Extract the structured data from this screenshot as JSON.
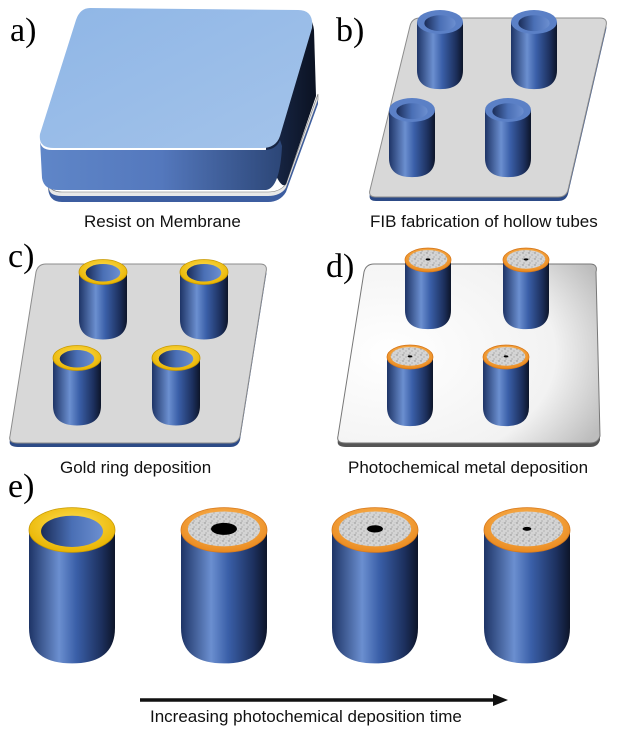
{
  "figure": {
    "panels": [
      {
        "id": "a",
        "label": "a)",
        "caption": "Resist on Membrane"
      },
      {
        "id": "b",
        "label": "b)",
        "caption": "FIB fabrication of hollow tubes"
      },
      {
        "id": "c",
        "label": "c)",
        "caption": "Gold ring deposition"
      },
      {
        "id": "d",
        "label": "d)",
        "caption": "Photochemical metal deposition"
      },
      {
        "id": "e",
        "label": "e)",
        "caption": "Increasing photochemical deposition time"
      }
    ],
    "panel_e_stages": [
      "gold-ring",
      "large-pore",
      "medium-pore",
      "small-pore"
    ],
    "colors": {
      "resist_blue": "#8db4e2",
      "tube_blue": "#3a5fa8",
      "tube_dark": "#13213f",
      "substrate_gray": "#d6d6d6",
      "gold": "#f5c518",
      "orange_rim": "#f29a2e",
      "deposit_gray": "#c8c8c8",
      "pore_black": "#000000"
    }
  }
}
